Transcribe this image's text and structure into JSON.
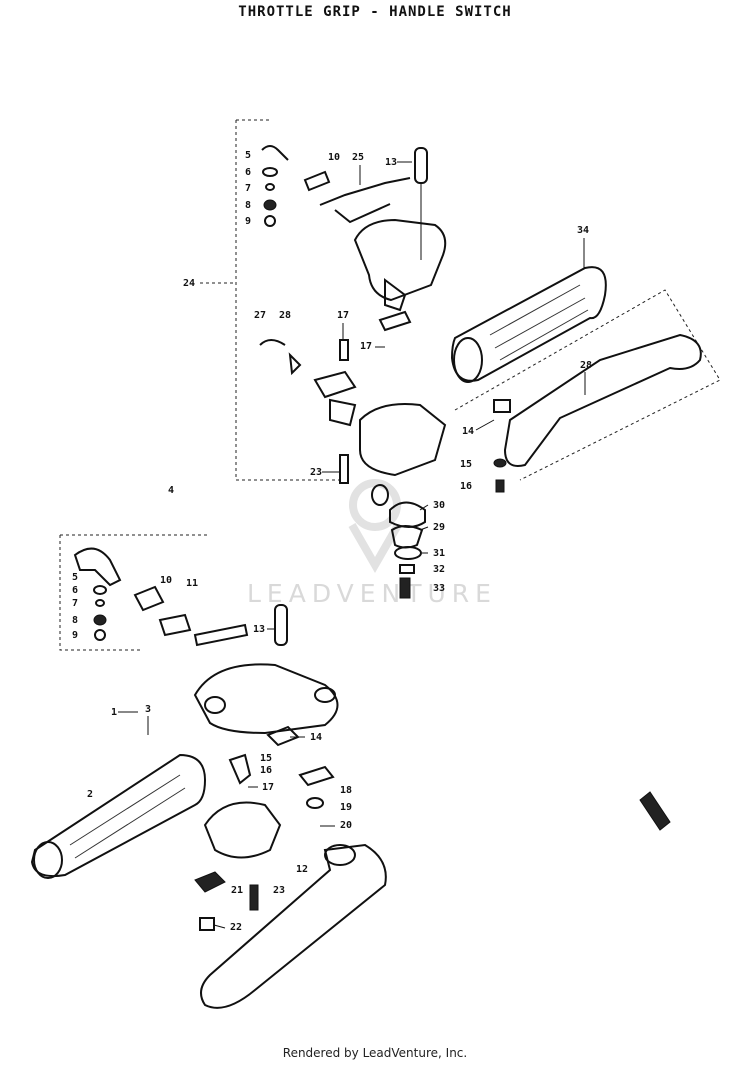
{
  "header": {
    "title": "THROTTLE GRIP - HANDLE SWITCH"
  },
  "footer": {
    "text": "Rendered by LeadVenture, Inc."
  },
  "watermark": {
    "text": "LEADVENTURE",
    "color": "#d9d9d9"
  },
  "callouts": {
    "c5a": "5",
    "c6a": "6",
    "c7a": "7",
    "c8a": "8",
    "c9a": "9",
    "c10a": "10",
    "c25": "25",
    "c13a": "13",
    "c34": "34",
    "c24": "24",
    "c27": "27",
    "c28a": "28",
    "c17a": "17",
    "c17b": "17",
    "c28b": "28",
    "c14a": "14",
    "c15a": "15",
    "c16a": "16",
    "c23a": "23",
    "c4": "4",
    "c30": "30",
    "c29": "29",
    "c31": "31",
    "c32": "32",
    "c33": "33",
    "c5b": "5",
    "c6b": "6",
    "c7b": "7",
    "c8b": "8",
    "c9b": "9",
    "c10b": "10",
    "c11": "11",
    "c13b": "13",
    "c1": "1",
    "c3": "3",
    "c14b": "14",
    "c15b": "15",
    "c16b": "16",
    "c17c": "17",
    "c2": "2",
    "c18": "18",
    "c19": "19",
    "c20": "20",
    "c12": "12",
    "c21": "21",
    "c23b": "23",
    "c22": "22"
  }
}
